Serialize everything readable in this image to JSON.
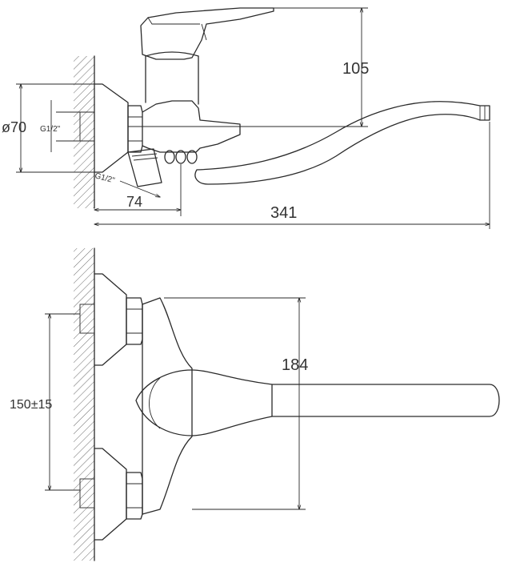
{
  "dimensions": {
    "top_view": {
      "height_above_axis": "105",
      "flange_diameter": "ø70",
      "thread_top": "G1/2\"",
      "thread_inlet": "G1/2\"",
      "wall_to_inlet": "74",
      "spout_reach": "341"
    },
    "front_view": {
      "spout_reach_from_body": "184",
      "inlet_spacing": "150±15"
    }
  },
  "colors": {
    "line": "#2a2a2a",
    "background": "#ffffff"
  }
}
